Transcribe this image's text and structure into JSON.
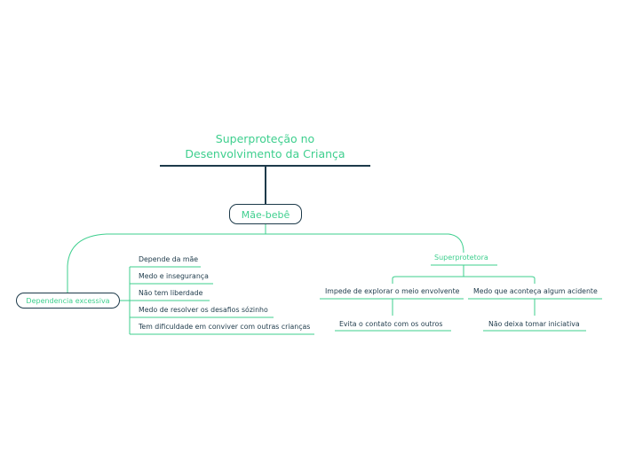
{
  "map": {
    "title_line1": "Superproteção no",
    "title_line2": "Desenvolvimento da Criança",
    "central": "Mãe-bebê",
    "left": {
      "label": "Dependencia excessiva",
      "items": [
        "Depende da mãe",
        "Medo e insegurança",
        "Não tem liberdade",
        "Medo de resolver os desafios sózinho",
        "Tem dificuldade em conviver com outras crianças"
      ]
    },
    "right": {
      "label": "Superprotetora",
      "children": [
        {
          "label": "Impede de explorar o meio envolvente",
          "child": "Evita o contato com os outros"
        },
        {
          "label": "Medo que aconteça algum acidente",
          "child": "Não deixa tomar iniciativa"
        }
      ]
    }
  },
  "colors": {
    "accent": "#3ecf8e",
    "dark": "#1d3a4a"
  }
}
